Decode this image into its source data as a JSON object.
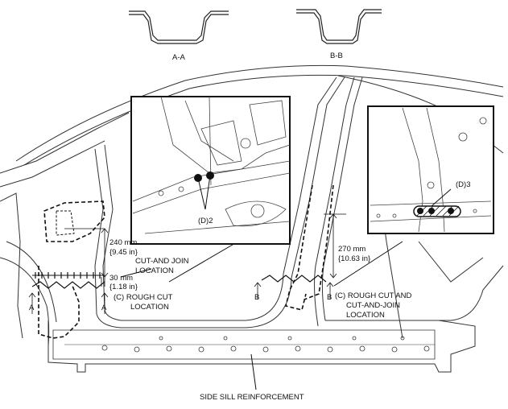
{
  "sections": [
    {
      "label": "A-A"
    },
    {
      "label": "B-B"
    }
  ],
  "callouts": {
    "d2": "(D)2",
    "d3": "(D)3",
    "dim_240_mm": "240 mm",
    "dim_240_in": "{9.45 in}",
    "dim_30_mm": "30 mm",
    "dim_30_in": "{1.18 in}",
    "dim_270_mm": "270 mm",
    "dim_270_in": "{10.63 in}",
    "cut_join_1": "CUT-AND JOIN",
    "cut_join_2": "LOCATION",
    "rough_left_1": "(C) ROUGH CUT",
    "rough_left_2": "LOCATION",
    "rough_right_1": "(C) ROUGH CUT AND",
    "rough_right_2": "CUT-AND-JOIN",
    "rough_right_3": "LOCATION",
    "section_a": "A",
    "section_b": "B",
    "bottom": "SIDE SILL REINFORCEMENT"
  }
}
